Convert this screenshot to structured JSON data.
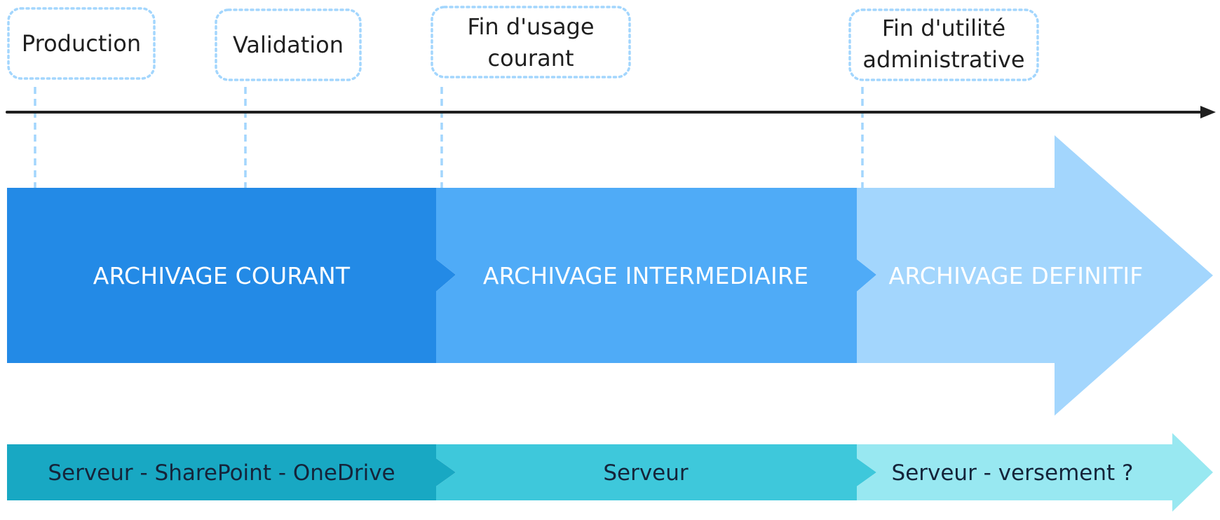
{
  "milestones": [
    {
      "lines": [
        "Production"
      ]
    },
    {
      "lines": [
        "Validation"
      ]
    },
    {
      "lines": [
        "Fin d'usage",
        "courant"
      ]
    },
    {
      "lines": [
        "Fin d'utilité",
        "administrative"
      ]
    }
  ],
  "phases": [
    {
      "label": "ARCHIVAGE COURANT",
      "color": "#238ae6"
    },
    {
      "label": "ARCHIVAGE INTERMEDIAIRE",
      "color": "#4fabf7"
    },
    {
      "label": "ARCHIVAGE DEFINITIF",
      "color": "#a3d6fd"
    }
  ],
  "storage": [
    {
      "label": "Serveur - SharePoint - OneDrive",
      "color": "#18a8c3"
    },
    {
      "label": "Serveur",
      "color": "#3ec8db"
    },
    {
      "label": "Serveur - versement ?",
      "color": "#98e8f1"
    }
  ],
  "colors": {
    "timeline": "#1f1f1f",
    "milestone_border": "#a3d6fd",
    "connector": "#a3d6fd"
  }
}
